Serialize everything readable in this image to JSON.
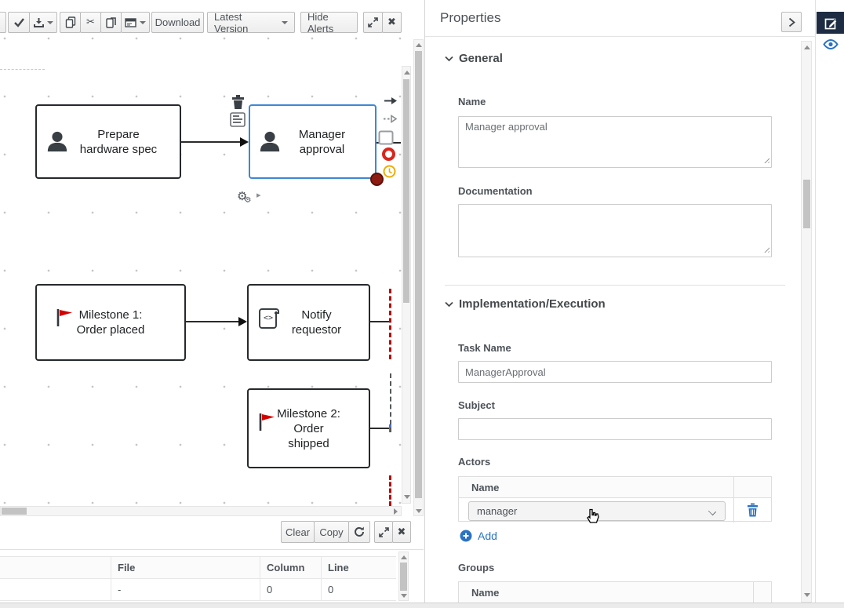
{
  "toolbar": {
    "download": "Download",
    "version": "Latest Version",
    "hide_alerts": "Hide Alerts"
  },
  "canvas": {
    "nodes": [
      {
        "label": "Prepare\nhardware spec",
        "type": "user-task"
      },
      {
        "label": "Manager\napproval",
        "type": "user-task",
        "selected": true
      },
      {
        "label": "Milestone 1:\nOrder placed",
        "type": "milestone"
      },
      {
        "label": "Notify\nrequestor",
        "type": "script-task"
      },
      {
        "label": "Milestone 2:\nOrder\nshipped",
        "type": "milestone"
      }
    ]
  },
  "properties": {
    "title": "Properties",
    "general_section": "General",
    "implementation_section": "Implementation/Execution",
    "name_label": "Name",
    "name_value": "Manager approval",
    "documentation_label": "Documentation",
    "documentation_value": "",
    "task_name_label": "Task Name",
    "task_name_value": "ManagerApproval",
    "subject_label": "Subject",
    "subject_value": "",
    "actors_label": "Actors",
    "actors_header": "Name",
    "actors_value": "manager",
    "add_label": "Add",
    "groups_label": "Groups",
    "groups_header": "Name"
  },
  "alerts": {
    "clear": "Clear",
    "copy": "Copy",
    "table": {
      "file_header": "File",
      "column_header": "Column",
      "line_header": "Line",
      "row": {
        "file": "-",
        "column": "0",
        "line": "0"
      }
    }
  },
  "colors": {
    "selection_blue": "#3e87d4",
    "accent_blue": "#2b73c2",
    "dark_navy": "#1d2c42",
    "flag_red": "#d40000",
    "warning_gold": "#f0ab00",
    "error_red": "#d9261c"
  }
}
